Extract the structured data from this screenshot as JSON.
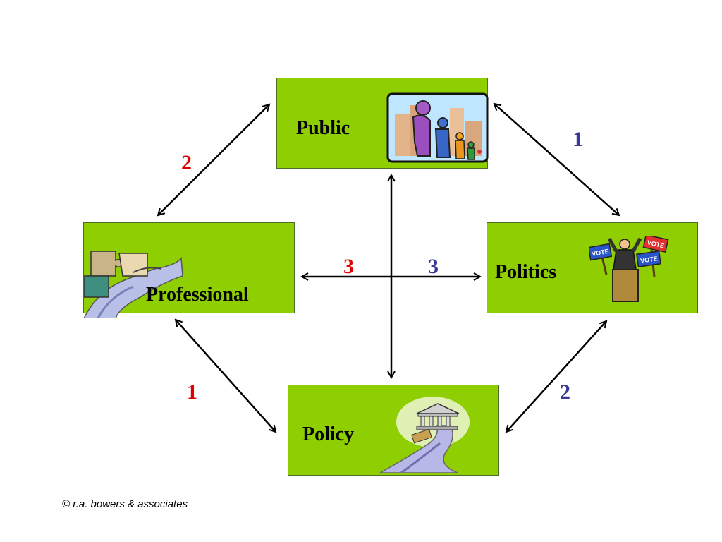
{
  "nodes": {
    "public": {
      "label": "Public"
    },
    "professional": {
      "label": "Professional"
    },
    "politics": {
      "label": "Politics"
    },
    "policy": {
      "label": "Policy"
    }
  },
  "numbers": {
    "public_politics": "1",
    "public_professional": "2",
    "professional_policy": "1",
    "policy_politics": "2",
    "center_left": "3",
    "center_right": "3"
  },
  "clipart_text": {
    "vote_1": "VOTE",
    "vote_2": "VOTE",
    "vote_3": "VOTE"
  },
  "colors": {
    "box_fill": "#8fce00",
    "red_number": "#e00000",
    "blue_number": "#3a3a96"
  },
  "footer": "© r.a. bowers & associates"
}
